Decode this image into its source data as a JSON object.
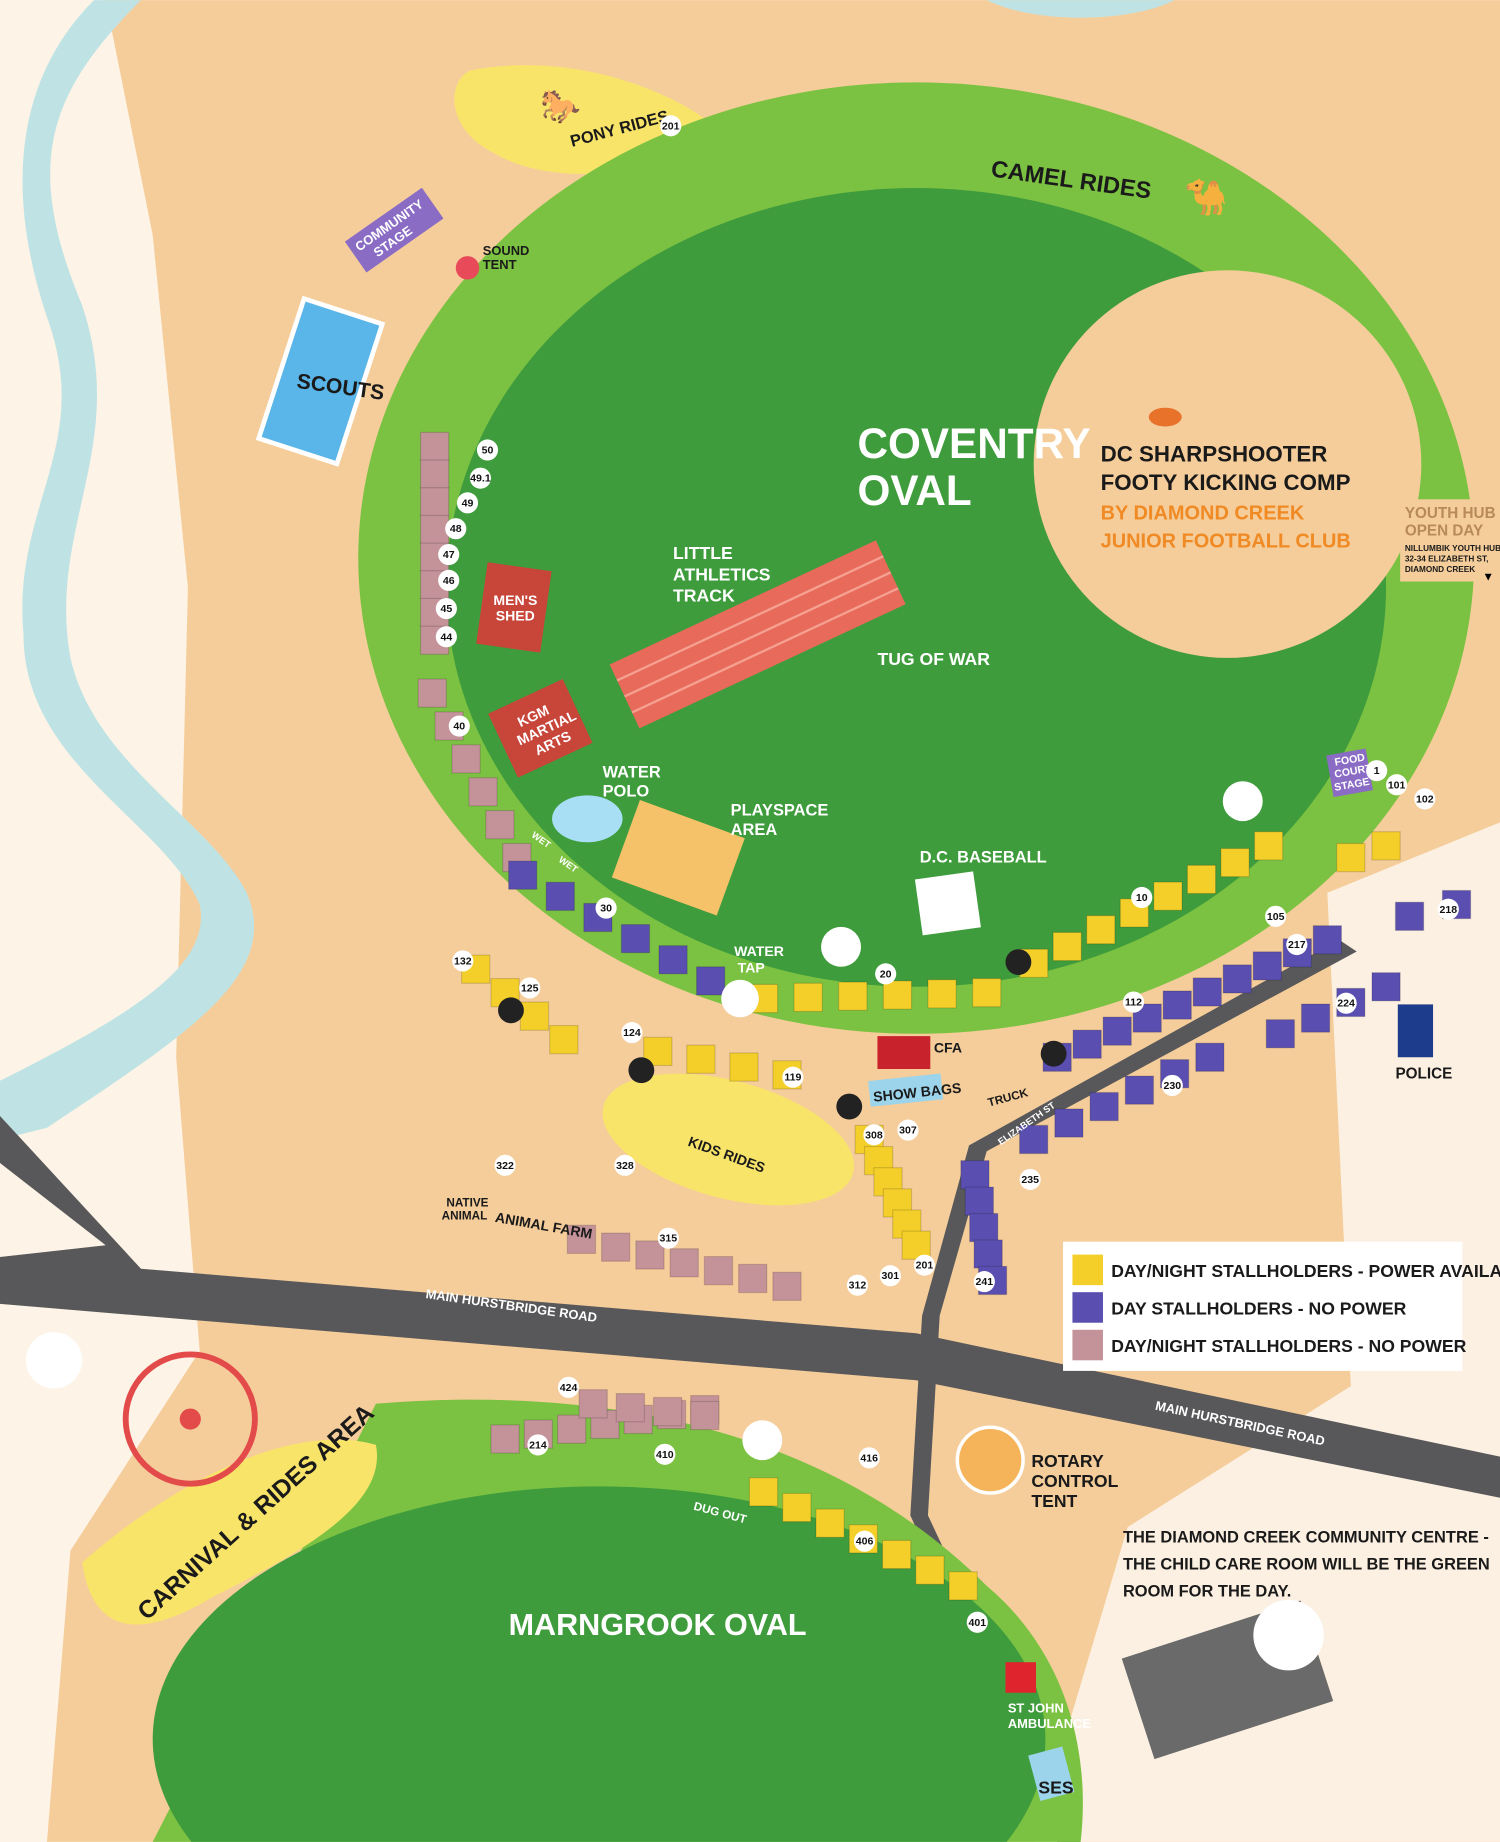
{
  "map": {
    "coventry_oval": [
      "COVENTRY",
      "OVAL"
    ],
    "marngrook_oval": "MARNGROOK OVAL",
    "areas": {
      "pony_rides": "PONY RIDES",
      "community_stage": [
        "COMMUNITY",
        "STAGE"
      ],
      "sound_tent": [
        "SOUND",
        "TENT"
      ],
      "scouts": "SCOUTS",
      "camel_rides": "CAMEL RIDES",
      "mens_shed": [
        "MEN'S",
        "SHED"
      ],
      "kgm_martial_arts": [
        "KGM",
        "MARTIAL",
        "ARTS"
      ],
      "little_athletics": [
        "LITTLE",
        "ATHLETICS",
        "TRACK"
      ],
      "tug_of_war": "TUG OF WAR",
      "water_polo": [
        "WATER",
        "POLO"
      ],
      "playspace": [
        "PLAYSPACE",
        "AREA"
      ],
      "dc_baseball": "D.C. BASEBALL",
      "water_tap": [
        "WATER",
        "TAP"
      ],
      "wet1": "WET",
      "wet2": "WET",
      "cfa": "CFA",
      "show_bags": "SHOW BAGS",
      "truck": "TRUCK",
      "elizabeth_st": "ELIZABETH ST",
      "kids_rides": "KIDS RIDES",
      "native_animal": [
        "NATIVE",
        "ANIMAL"
      ],
      "animal_farm": "ANIMAL FARM",
      "police": "POLICE",
      "food_court_stage": [
        "FOOD",
        "COURT",
        "STAGE"
      ],
      "main_road_1": "MAIN HURSTBRIDGE ROAD",
      "main_road_2": "MAIN HURSTBRIDGE ROAD",
      "carnival": "CARNIVAL & RIDES AREA",
      "dug_out": "DUG OUT",
      "rotary": [
        "ROTARY",
        "CONTROL",
        "TENT"
      ],
      "st_john": [
        "ST JOHN",
        "AMBULANCE"
      ],
      "ses": "SES"
    },
    "footy": {
      "title": [
        "DC SHARPSHOOTER",
        "FOOTY KICKING COMP"
      ],
      "subtitle": [
        "BY DIAMOND CREEK",
        "JUNIOR FOOTBALL CLUB"
      ]
    },
    "youth_hub": {
      "title": [
        "YOUTH HUB",
        "OPEN DAY"
      ],
      "address": [
        "NILLUMBIK YOUTH HUB",
        "32-34 ELIZABETH ST,",
        "DIAMOND CREEK"
      ]
    },
    "community_centre_note": [
      "THE  DIAMOND CREEK COMMUNITY CENTRE -",
      "THE CHILD CARE ROOM WILL BE THE GREEN",
      "ROOM FOR THE DAY."
    ],
    "stall_numbers": [
      "201",
      "50",
      "49.1",
      "49",
      "48",
      "47",
      "46",
      "45",
      "44",
      "40",
      "30",
      "20",
      "10",
      "105",
      "217",
      "218",
      "112",
      "224",
      "230",
      "235",
      "241",
      "201",
      "132",
      "125",
      "124",
      "119",
      "308",
      "307",
      "322",
      "328",
      "315",
      "312",
      "301",
      "424",
      "214",
      "410",
      "416",
      "406",
      "401",
      "1",
      "101",
      "102"
    ]
  },
  "legend": {
    "items": [
      {
        "label": "DAY/NIGHT STALLHOLDERS - POWER AVAILABLE",
        "color": "#f4cf2a"
      },
      {
        "label": "DAY STALLHOLDERS - NO POWER",
        "color": "#5a4fb0"
      },
      {
        "label": "DAY/NIGHT STALLHOLDERS - NO POWER",
        "color": "#c4939a"
      }
    ]
  },
  "colors": {
    "sand": "#f5cd9a",
    "grass": "#7cc242",
    "oval": "#3f9c3c",
    "river": "#bfe3e4",
    "road": "#58585a"
  }
}
